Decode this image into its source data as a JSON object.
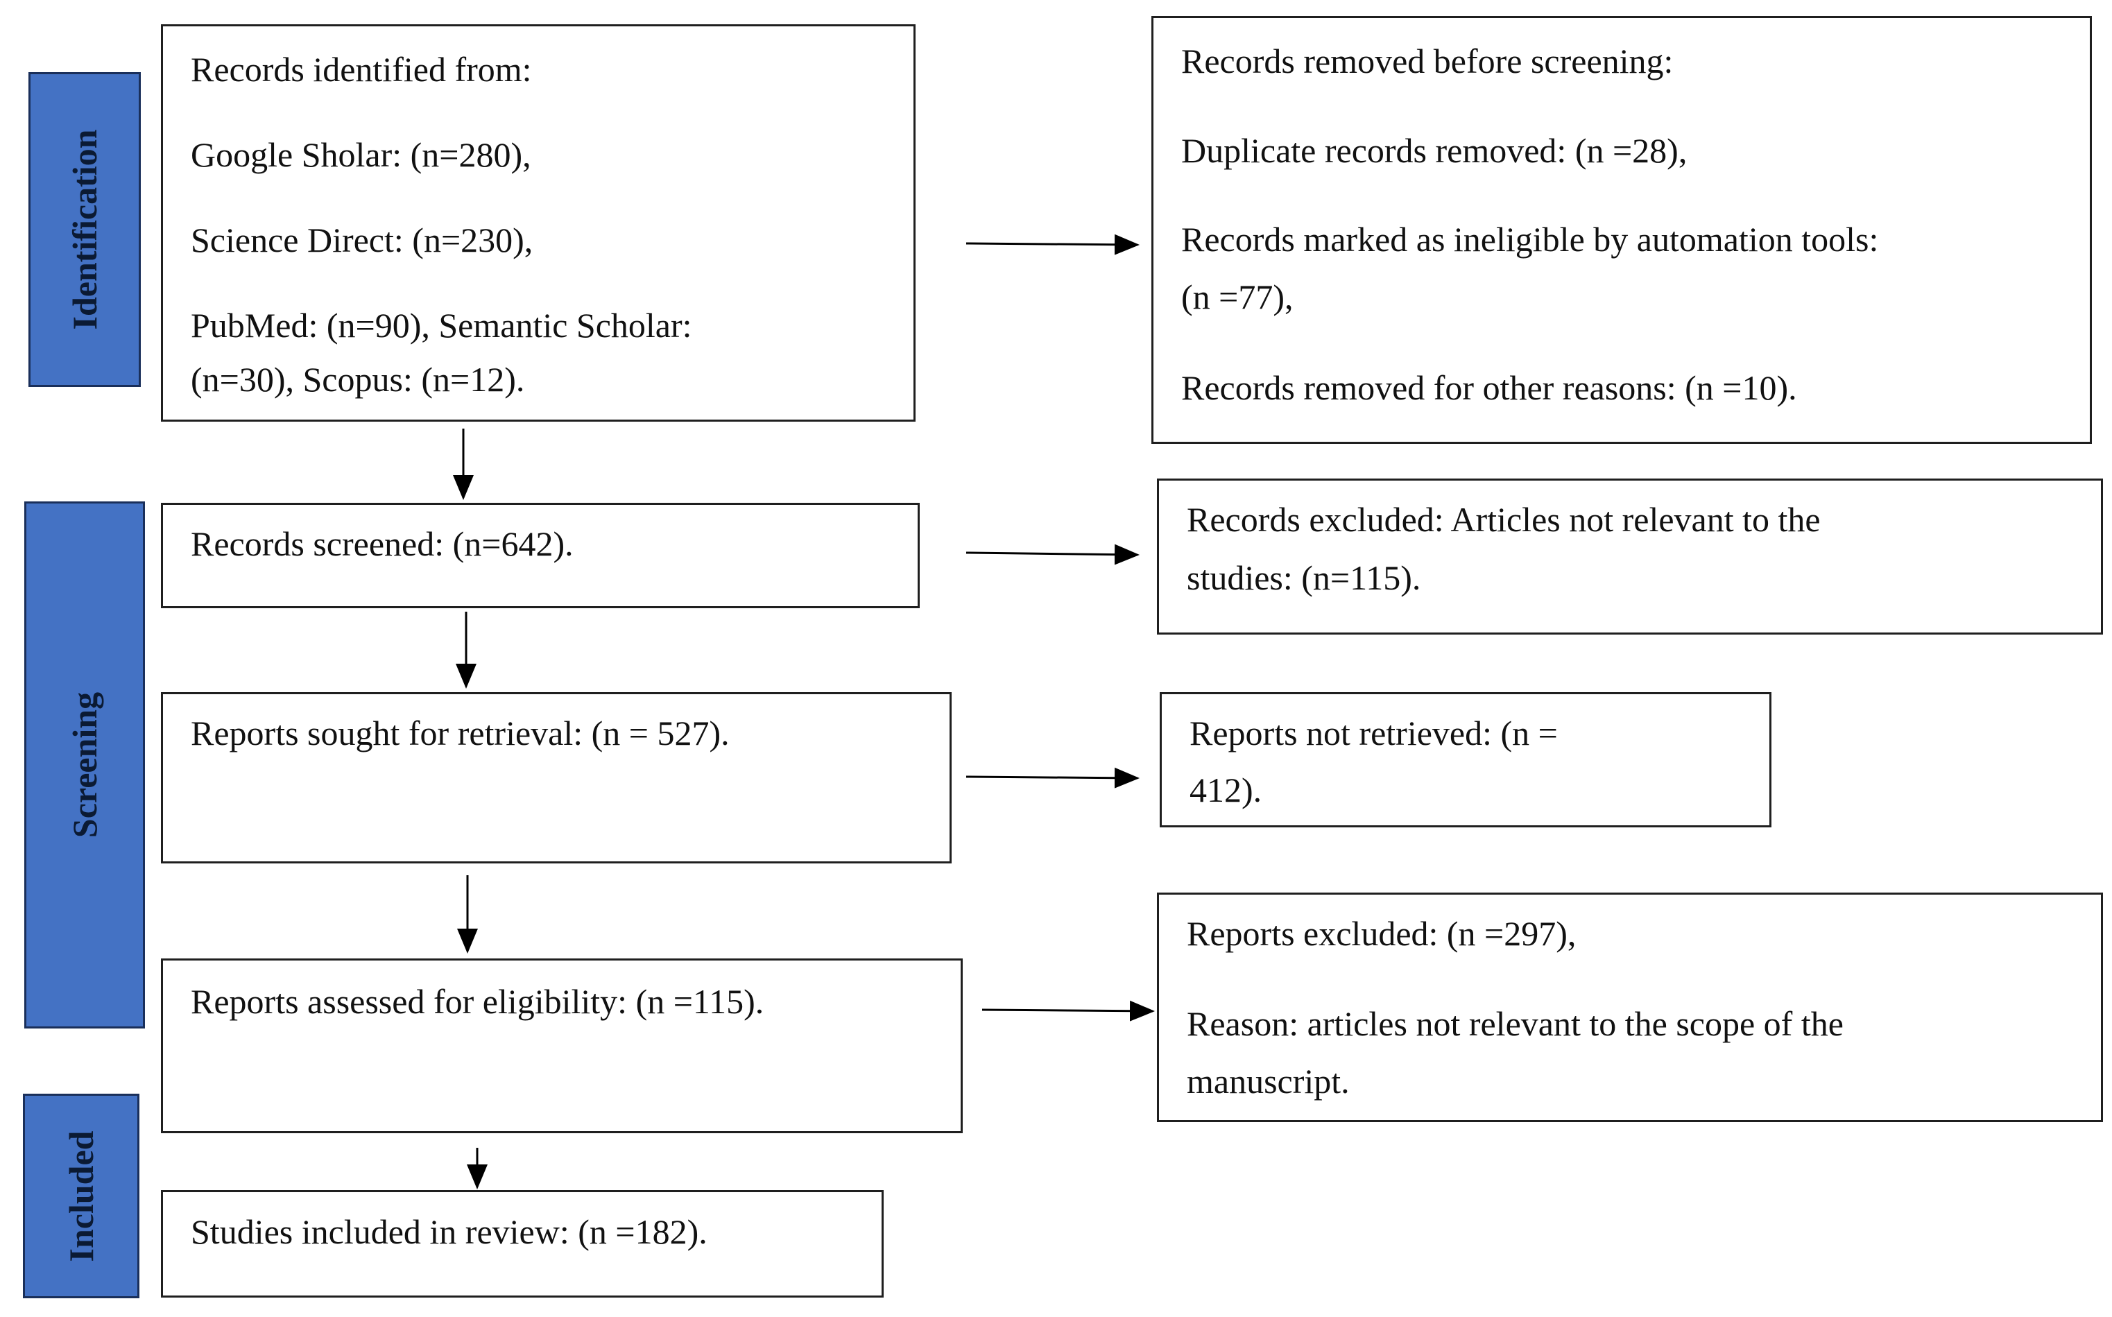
{
  "stages": {
    "identification": "Identification",
    "screening": "Screening",
    "included": "Included"
  },
  "identification_box": {
    "header": "Records identified from:",
    "google_scholar": "Google Sholar: (n=280),",
    "science_direct": " Science Direct: (n=230),",
    "pubmed_line1": "PubMed: (n=90), Semantic Scholar:",
    "pubmed_line2": "(n=30), Scopus: (n=12)."
  },
  "removed_box": {
    "header": "Records removed before screening:",
    "duplicates": "Duplicate records removed: (n =28),",
    "automation_line1": "Records marked as ineligible by automation tools:",
    "automation_line2": "(n =77),",
    "other_reasons": "Records removed for other reasons: (n =10)."
  },
  "screened_box": {
    "text": "Records screened: (n=642)."
  },
  "excluded_box": {
    "line1": "Records excluded: Articles not relevant to the",
    "line2": "studies: (n=115)."
  },
  "sought_box": {
    "text": "Reports sought for retrieval: (n = 527)."
  },
  "not_retrieved_box": {
    "line1": "Reports not retrieved: (n =",
    "line2": "412)."
  },
  "assessed_box": {
    "text": "Reports assessed for eligibility: (n =115)."
  },
  "reports_excluded_box": {
    "line1": "Reports excluded: (n =297),",
    "line2": "Reason: articles not relevant to the scope of the",
    "line3": "manuscript."
  },
  "included_box": {
    "text": "Studies included in review: (n =182)."
  },
  "colors": {
    "stage_fill": "#4472c4",
    "stage_text": "#0b1a33",
    "box_border": "#1f1f1f",
    "arrow": "#000000"
  }
}
